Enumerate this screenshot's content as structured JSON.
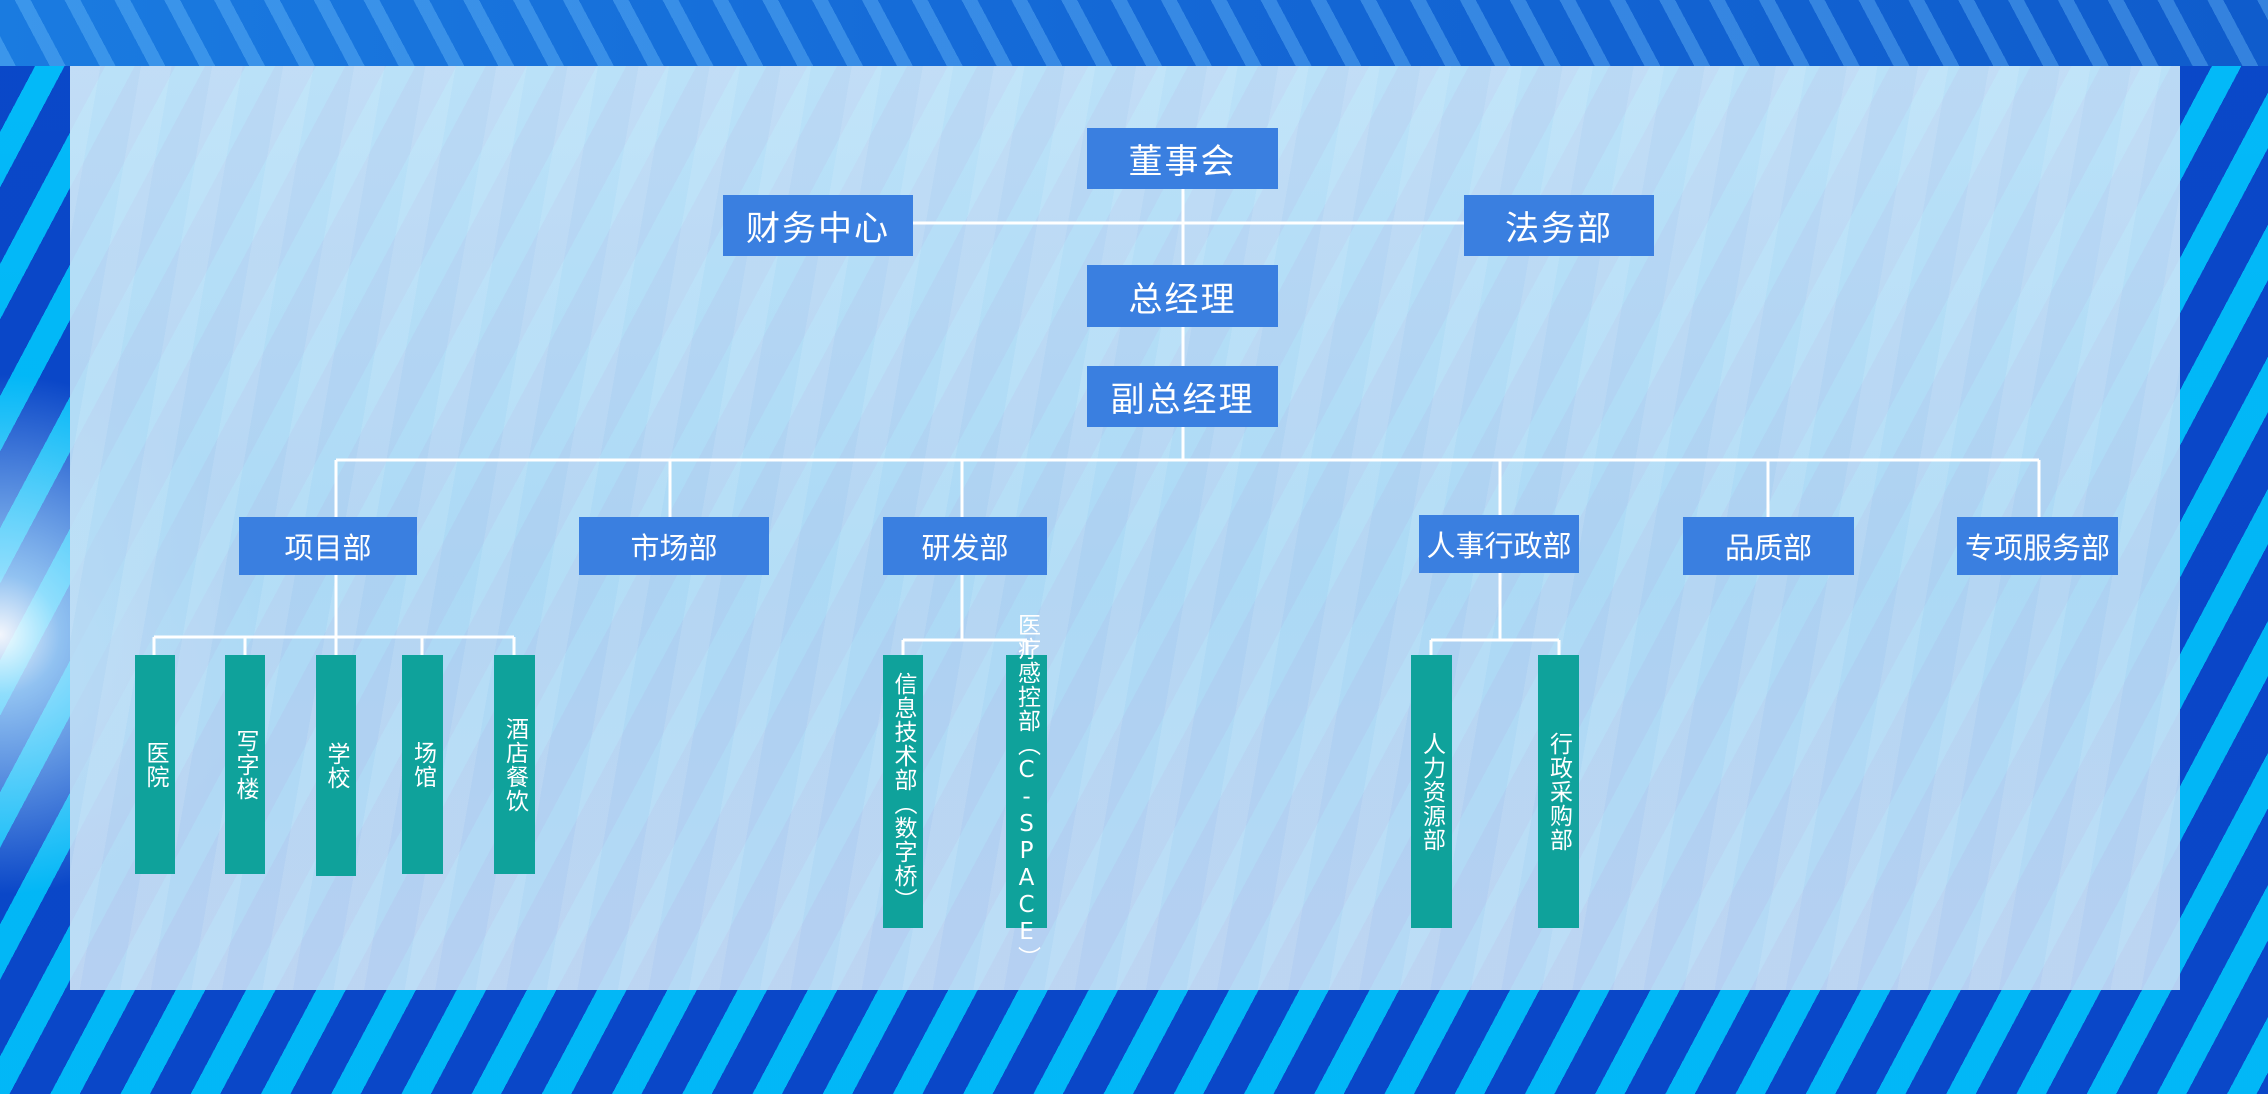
{
  "top_nodes": {
    "board": "董事会",
    "finance": "财务中心",
    "legal": "法务部",
    "gm": "总经理",
    "deputy_gm": "副总经理"
  },
  "departments": [
    "项目部",
    "市场部",
    "研发部",
    "人事行政部",
    "品质部",
    "专项服务部"
  ],
  "project_subunits": [
    "医院",
    "写字楼",
    "学校",
    "场馆",
    "酒店餐饮"
  ],
  "rd_subunits": [
    "信息技术部（数字桥）",
    "医疗感控部（C-SPACE）"
  ],
  "hr_subunits": [
    "人力资源部",
    "行政采购部"
  ],
  "colors": {
    "node_blue": "#3a7fe0",
    "leaf_teal": "#0fa29b",
    "connector": "#ffffff"
  }
}
